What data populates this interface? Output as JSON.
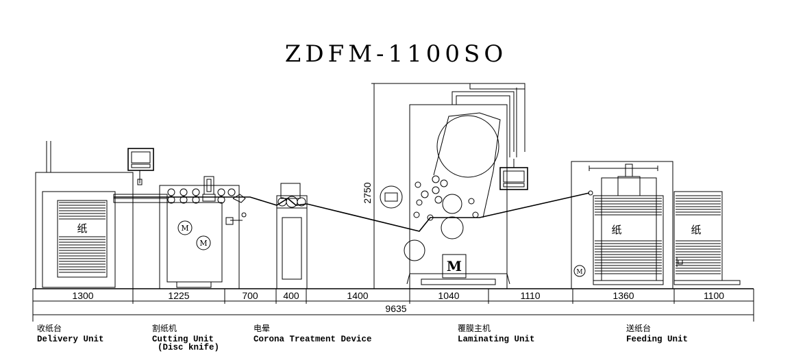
{
  "title": "ZDFM-1100SO",
  "dimensions": {
    "segments": [
      "1300",
      "1225",
      "700",
      "400",
      "1400",
      "1040",
      "1110",
      "1360",
      "1100"
    ],
    "total": "9635",
    "height": "2750"
  },
  "units": [
    {
      "cn": "收纸台",
      "en": "Delivery Unit",
      "en2": ""
    },
    {
      "cn": "割纸机",
      "en": "Cutting Unit",
      "en2": "(Disc knife)"
    },
    {
      "cn": "电晕",
      "en": "Corona Treatment Device",
      "en2": ""
    },
    {
      "cn": "覆膜主机",
      "en": "Laminating Unit",
      "en2": ""
    },
    {
      "cn": "送纸台",
      "en": "Feeding Unit",
      "en2": ""
    }
  ],
  "labels": {
    "paper": "纸",
    "motor": "M"
  }
}
